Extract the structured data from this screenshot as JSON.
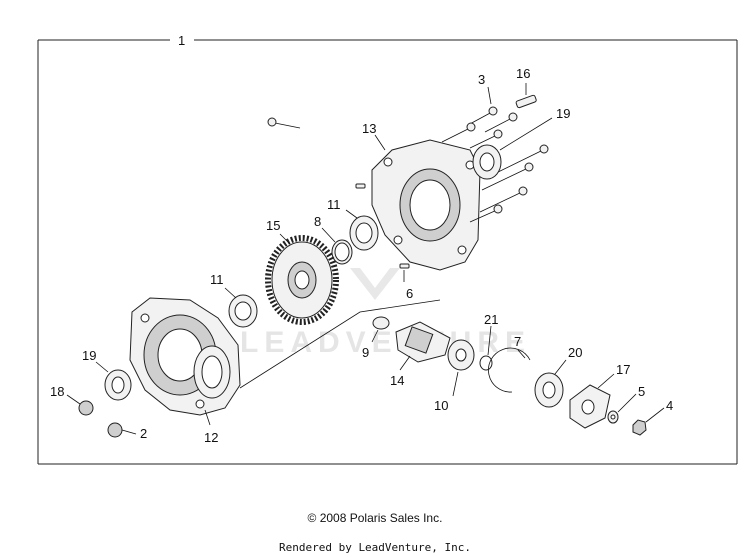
{
  "diagram": {
    "assembly_callout": "1",
    "callouts": {
      "c2": "2",
      "c3": "3",
      "c4": "4",
      "c5": "5",
      "c6": "6",
      "c7": "7",
      "c8": "8",
      "c9": "9",
      "c10": "10",
      "c11a": "11",
      "c11b": "11",
      "c12": "12",
      "c13": "13",
      "c14": "14",
      "c15": "15",
      "c16": "16",
      "c17": "17",
      "c18": "18",
      "c19a": "19",
      "c19b": "19",
      "c20": "20",
      "c21": "21"
    },
    "watermark": "LEADVENTURE"
  },
  "footer": {
    "copyright": "© 2008 Polaris Sales Inc.",
    "rendered_by": "Rendered by LeadVenture, Inc."
  }
}
